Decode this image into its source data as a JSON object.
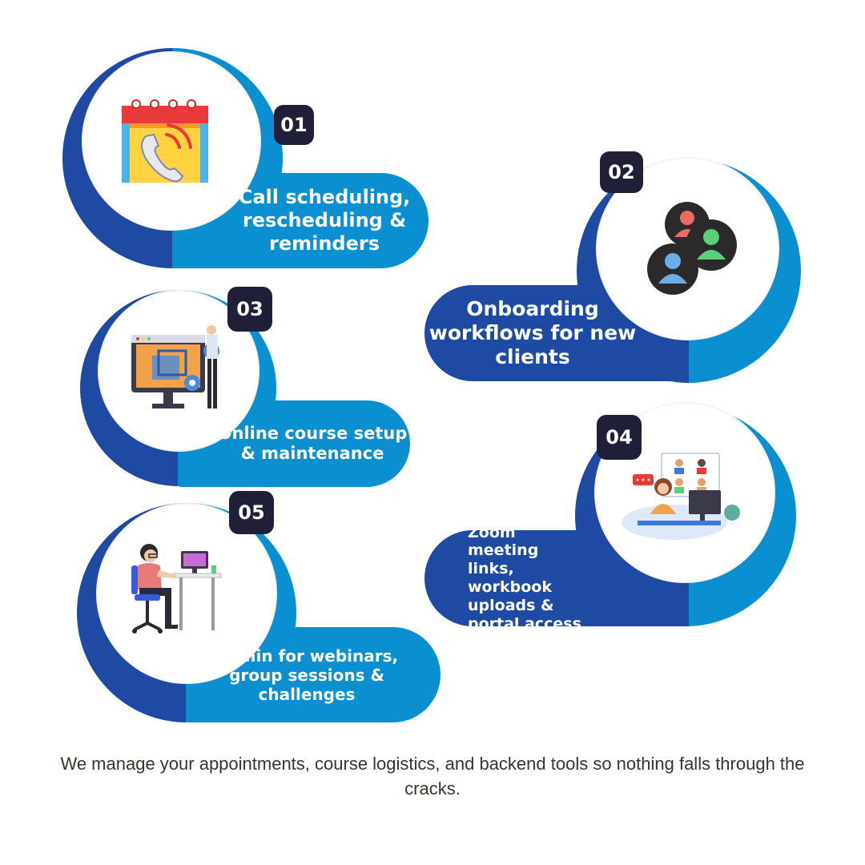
{
  "colors": {
    "navy": "#1f4aa3",
    "light_blue": "#0a8fd1",
    "badge": "#1f1f38",
    "caption": "#2f3a2a"
  },
  "items": [
    {
      "number": "01",
      "label": "Call scheduling, rescheduling & reminders",
      "icon": "calendar-phone-icon"
    },
    {
      "number": "02",
      "label": "Onboarding workflows for new clients",
      "icon": "user-group-icon"
    },
    {
      "number": "03",
      "label": "Online course setup & maintenance",
      "icon": "course-setup-monitor-icon"
    },
    {
      "number": "04",
      "label": "Zoom meeting links, workbook uploads & portal access",
      "icon": "video-meeting-icon"
    },
    {
      "number": "05",
      "label": "Admin for webinars, group sessions & challenges",
      "icon": "person-at-desk-icon"
    }
  ],
  "footer": {
    "caption": "We manage your appointments, course logistics, and backend tools so nothing falls through the cracks."
  }
}
